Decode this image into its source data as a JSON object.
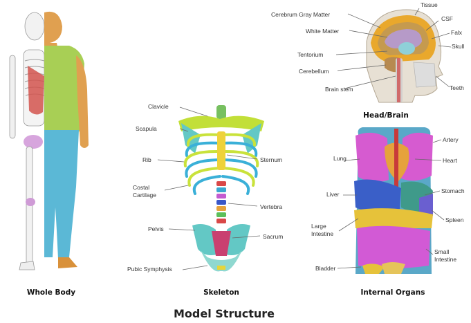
{
  "title": "Model Structure",
  "panels": {
    "whole_body": {
      "caption": "Whole Body"
    },
    "skeleton": {
      "caption": "Skeleton",
      "labels": {
        "clavicle": "Clavicle",
        "scapula": "Scapula",
        "rib": "Rib",
        "costal_cartilage_1": "Costal",
        "costal_cartilage_2": "Cartilage",
        "pelvis": "Pelvis",
        "pubic_symphysis": "Pubic Symphysis",
        "sternum": "Sternum",
        "vertebra": "Vertebra",
        "sacrum": "Sacrum"
      }
    },
    "head_brain": {
      "caption": "Head/Brain",
      "labels": {
        "cerebrum_gray_matter": "Cerebrum Gray Matter",
        "white_matter": "White Matter",
        "tentorium": "Tentorium",
        "cerebellum": "Cerebellum",
        "brain_stem": "Brain stem",
        "tissue": "Tissue",
        "csf": "CSF",
        "falx": "Falx",
        "skull": "Skull",
        "teeth": "Teeth"
      }
    },
    "internal_organs": {
      "caption": "Internal Organs",
      "labels": {
        "lung": "Lung",
        "liver": "Liver",
        "large_intestine_1": "Large",
        "large_intestine_2": "Intestine",
        "bladder": "Bladder",
        "artery": "Artery",
        "heart": "Heart",
        "stomach": "Stomach",
        "spleen": "Spleen",
        "small_intestine_1": "Small",
        "small_intestine_2": "Intestine"
      }
    }
  },
  "colors": {
    "skin": "#e0a050",
    "shirt": "#a8cf55",
    "pants": "#5bb8d6",
    "bone": "#ececec",
    "brain_gray": "#c59a4f",
    "brain_white": "#b69ac8",
    "csf": "#8fd0d8",
    "organ_lung": "#d65bd0",
    "organ_heart": "#e6a23c",
    "organ_liver": "#3a5fc8",
    "organ_intestine": "#d25ad5"
  }
}
